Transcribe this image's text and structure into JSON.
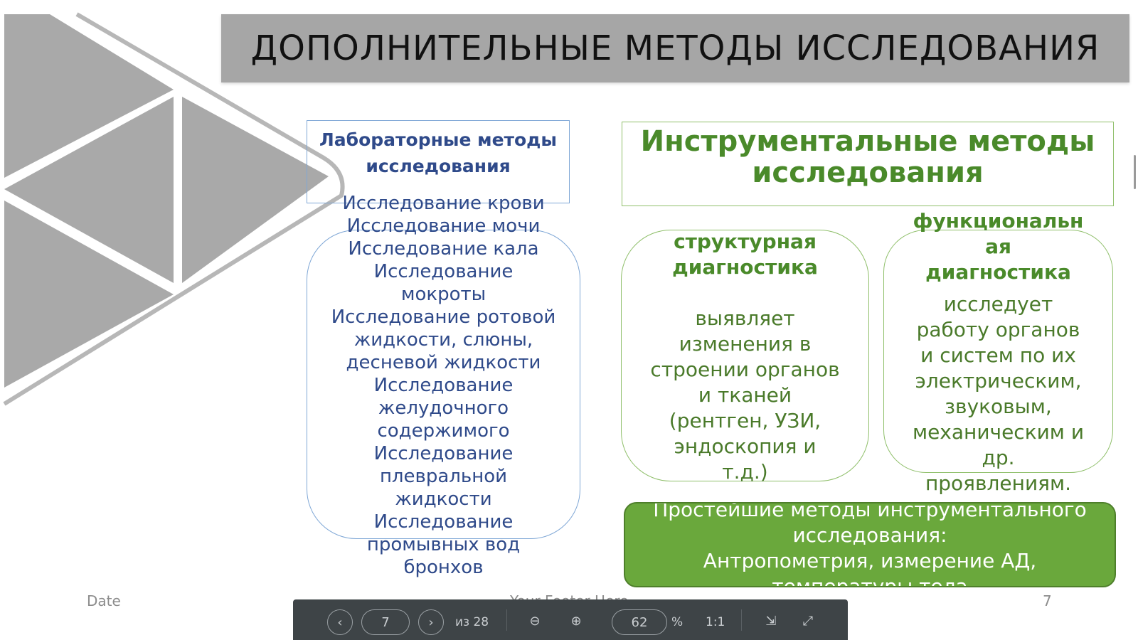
{
  "slide": {
    "title": "ДОПОЛНИТЕЛЬНЫЕ МЕТОДЫ ИССЛЕДОВАНИЯ",
    "lab": {
      "heading": [
        "Лабораторные методы",
        "исследования"
      ],
      "items": [
        "Исследование крови",
        "Исследование мочи",
        "Исследование кала",
        "Исследование",
        "мокроты",
        "Исследование ротовой",
        "жидкости, слюны,",
        "десневой жидкости",
        "Исследование",
        "желудочного",
        "содержимого",
        "Исследование",
        "плевральной",
        "жидкости",
        "Исследование",
        "промывных вод",
        "бронхов"
      ]
    },
    "instrumental": {
      "heading": [
        "Инструментальные методы",
        "исследования"
      ],
      "structural": {
        "title": [
          "структурная",
          "диагностика"
        ],
        "description": [
          "выявляет",
          "изменения в",
          "строении органов",
          "и тканей",
          "(рентген, УЗИ,",
          "эндоскопия и",
          "т.д.)"
        ]
      },
      "functional": {
        "title": [
          "функциональн",
          "ая",
          "диагностика"
        ],
        "description": [
          "исследует",
          "работу органов",
          "и систем по их",
          "электрическим,",
          "звуковым,",
          "механическим и",
          "др.",
          "проявлениям."
        ]
      },
      "simple": [
        "Простейшие методы инструментального",
        "исследования:",
        "Антропометрия, измерение АД,",
        "температуры тела"
      ]
    },
    "footer": {
      "date": "Date",
      "text": "Your Footer Here",
      "page": "7"
    }
  },
  "viewer": {
    "prev_icon": "‹",
    "next_icon": "›",
    "page_value": "7",
    "page_total": "из 28",
    "zoom_out_icon": "⊖",
    "zoom_in_icon": "⊕",
    "zoom_value": "62",
    "zoom_unit": "%",
    "actual_size": "1:1",
    "fit_icon": "⇲",
    "fullscreen_icon": "⤢"
  },
  "colors": {
    "title_bar": "#a6a6a6",
    "lab_text": "#2f4a8a",
    "instr_text": "#4a8a2a",
    "simple_bg": "#6aa83c",
    "toolbar_bg": "#3e4447"
  }
}
